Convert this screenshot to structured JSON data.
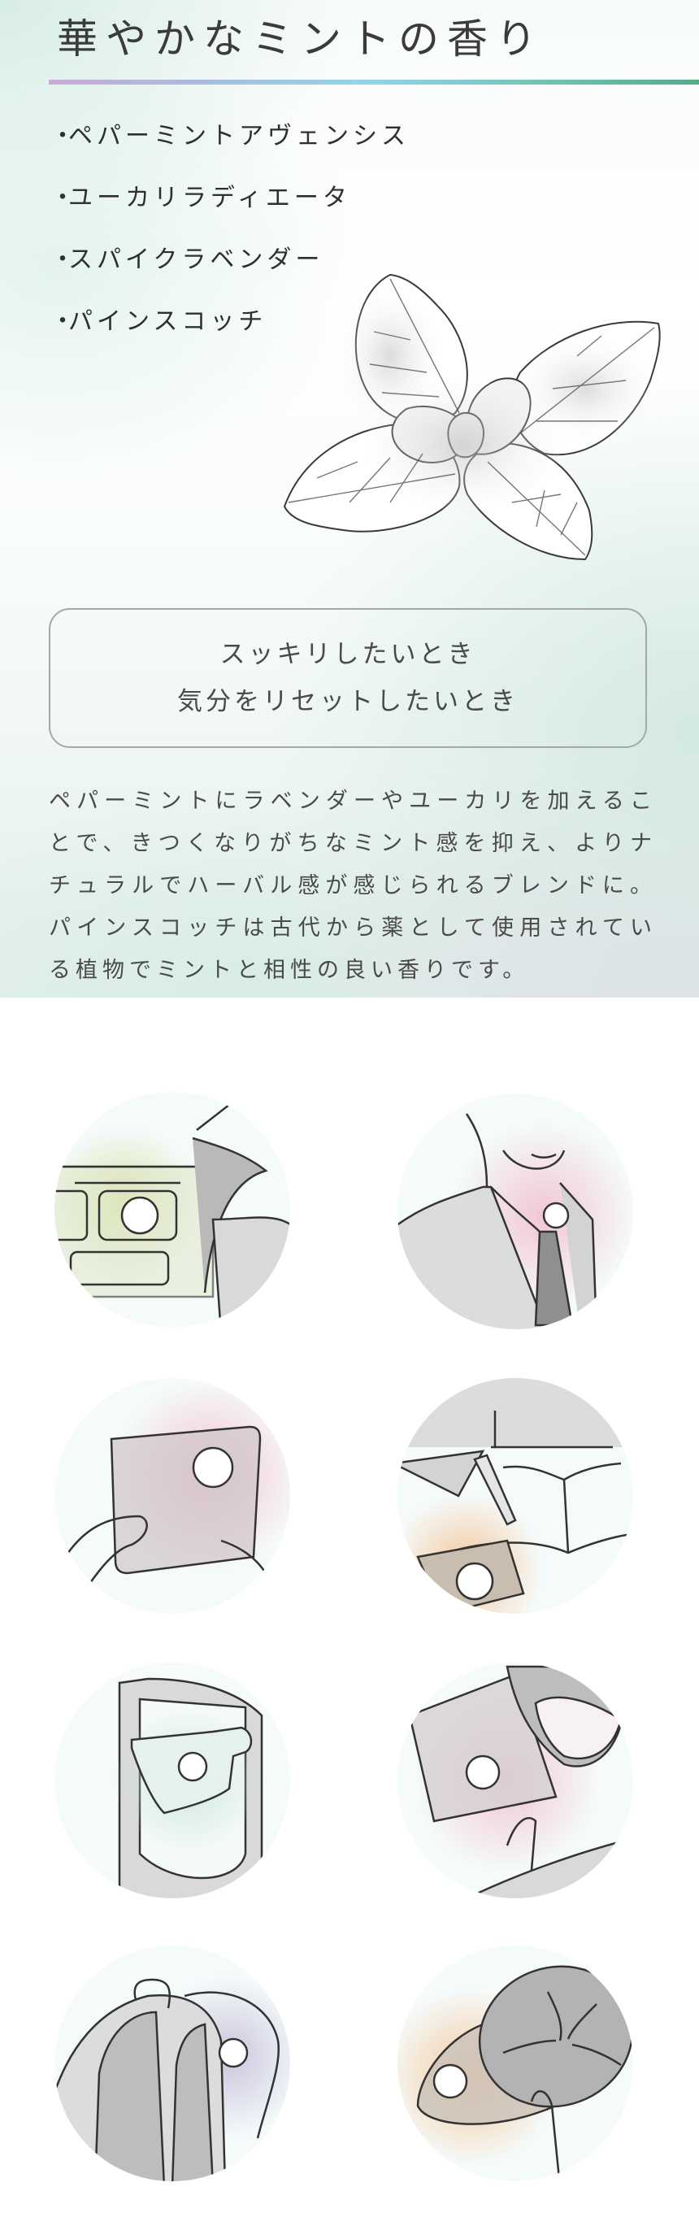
{
  "header": {
    "title": "華やかなミントの香り",
    "rule_colors": [
      "#c9aad3",
      "#a7bde0",
      "#93d3ef",
      "#79c9c1",
      "#4fae86"
    ]
  },
  "notes": {
    "bullet": "・",
    "items": [
      "ペパーミントアヴェンシス",
      "ユーカリラディエータ",
      "スパイクラベンダー",
      "パインスコッチ"
    ]
  },
  "illustration": {
    "icon": "mint-leaves-icon"
  },
  "scene_box": {
    "line1": "スッキリしたいとき",
    "line2": "気分をリセットしたいとき"
  },
  "description": "ペパーミントにラベンダーやユーカリを加えることで、きつくなりがちなミント感を抑え、よりナチュラルでハーバル感が感じられるブレンドに。パインスコッチは古代から薬として使用されている植物でミントと相性の良い香りです。",
  "usage_scenes": [
    {
      "icon": "car-air-vent-icon",
      "accent": "#d5e2a8"
    },
    {
      "icon": "suit-lapel-icon",
      "accent": "#f1c6d2"
    },
    {
      "icon": "smartphone-case-icon",
      "accent": "#f1c3d0"
    },
    {
      "icon": "notebook-writing-icon",
      "accent": "#f4c79c"
    },
    {
      "icon": "face-mask-icon",
      "accent": "#cfe7df"
    },
    {
      "icon": "pillow-sleep-icon",
      "accent": "#f1c6d2"
    },
    {
      "icon": "backpack-icon",
      "accent": "#d8d4e8"
    },
    {
      "icon": "cap-hat-icon",
      "accent": "#f4c79c"
    }
  ]
}
